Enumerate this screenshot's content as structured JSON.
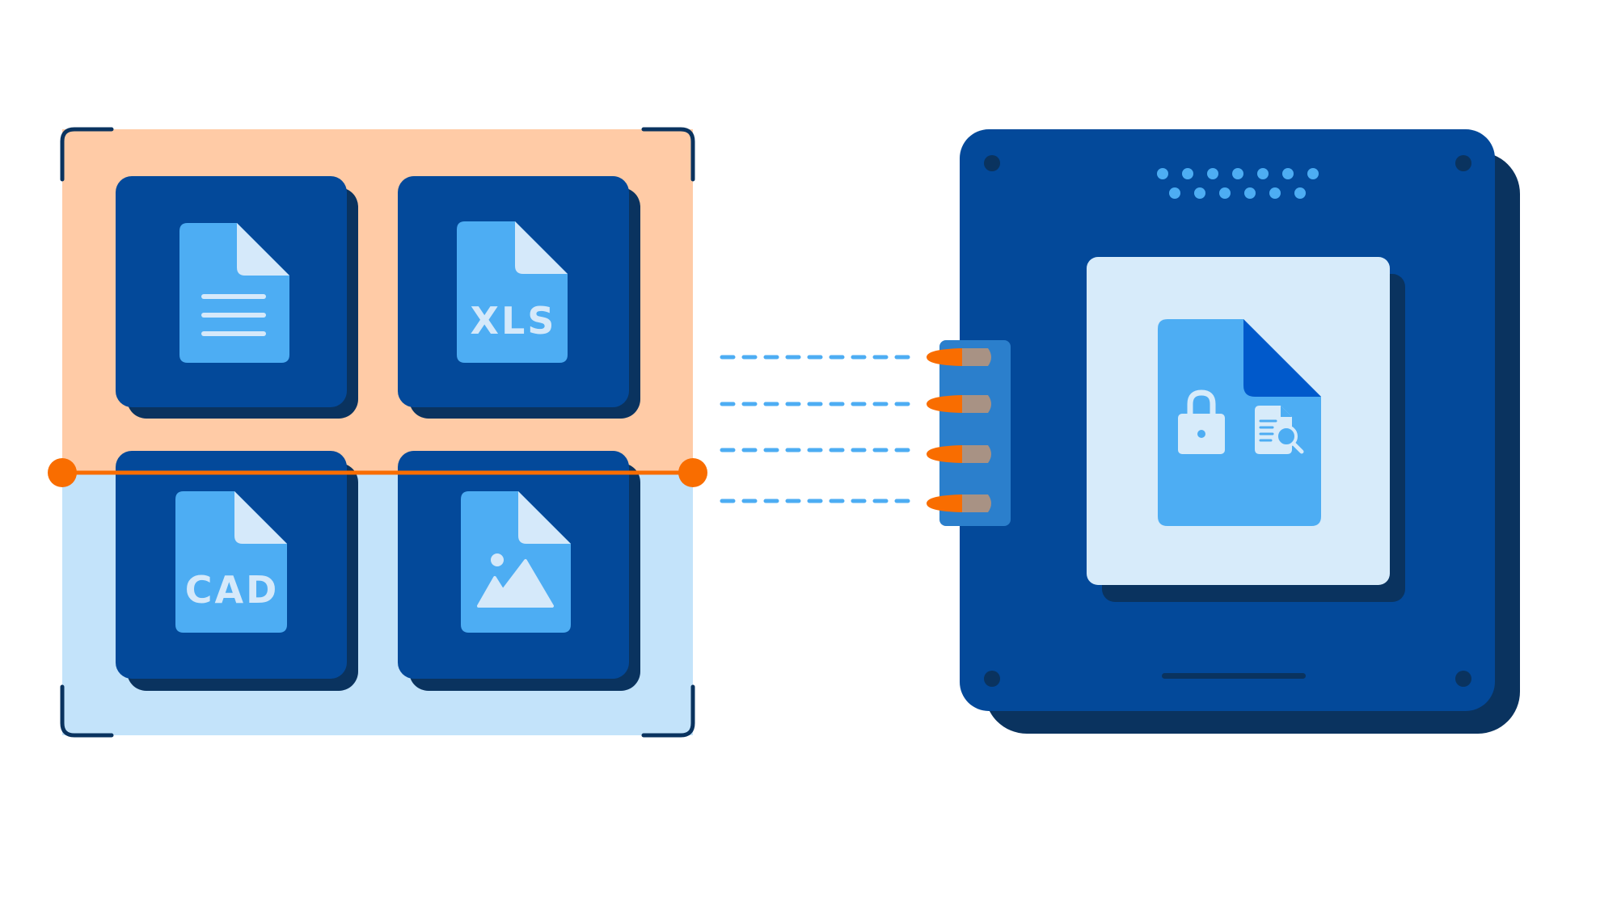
{
  "palette": {
    "navy": "#03499a",
    "navy_shadow": "#0a335f",
    "file_blue": "#4dadf3",
    "file_fold": "#d5e9fa",
    "scan_orange": "#ffcba6",
    "scan_blue": "#c3e3fa",
    "orange": "#f96d00",
    "port_blue": "#2b7fcc",
    "screen_bg": "#d7ebfa",
    "fold_dark": "#0059cb",
    "dots": "#4dadf3"
  },
  "files": [
    {
      "icon": "document-icon",
      "label": ""
    },
    {
      "icon": "spreadsheet-icon",
      "label": "XLS"
    },
    {
      "icon": "cad-file-icon",
      "label": "CAD"
    },
    {
      "icon": "image-file-icon",
      "label": ""
    }
  ],
  "device": {
    "screen_icon": "secure-document-icon",
    "badge_icons": [
      "lock-icon",
      "document-search-icon"
    ]
  },
  "connections": {
    "count": 4
  }
}
